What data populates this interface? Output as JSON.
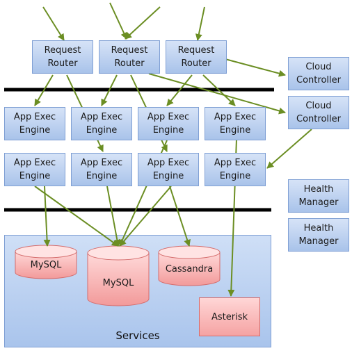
{
  "request_routers": [
    "Request\nRouter",
    "Request\nRouter",
    "Request\nRouter"
  ],
  "cloud_controllers": [
    "Cloud\nController",
    "Cloud\nController"
  ],
  "app_engines_row1": [
    "App Exec\nEngine",
    "App Exec\nEngine",
    "App Exec\nEngine",
    "App Exec\nEngine"
  ],
  "app_engines_row2": [
    "App Exec\nEngine",
    "App Exec\nEngine",
    "App Exec\nEngine",
    "App Exec\nEngine"
  ],
  "health_managers": [
    "Health\nManager",
    "Health\nManager"
  ],
  "services": {
    "label": "Services",
    "databases": [
      "MySQL",
      "MySQL",
      "Cassandra"
    ],
    "asterisk": "Asterisk"
  },
  "colors": {
    "arrow": "#6b8e23",
    "node_border": "#7f9fd4",
    "db_fill": "#f5a3a3",
    "separator": "#000000"
  }
}
